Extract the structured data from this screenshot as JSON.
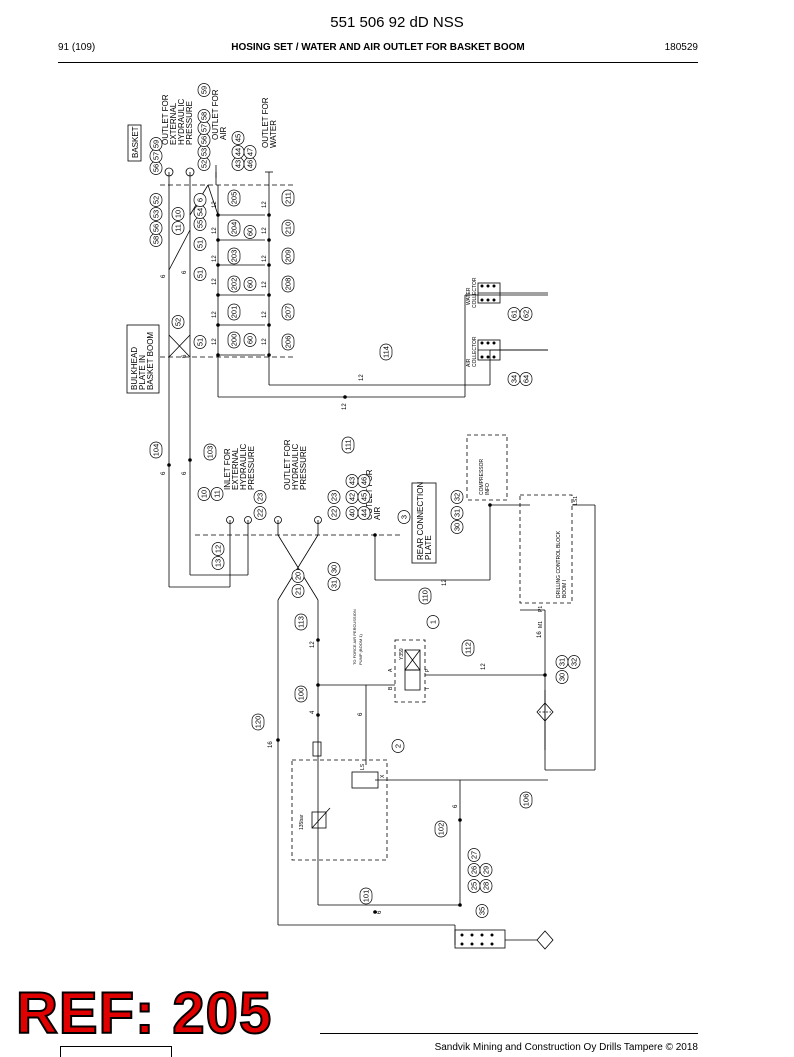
{
  "header": {
    "doc_number": "551 506 92 dD NSS",
    "page": "91 (109)",
    "title": "HOSING SET / WATER AND AIR OUTLET FOR BASKET BOOM",
    "code": "180529"
  },
  "labels": {
    "basket": "BASKET",
    "outlet_ext_hyd_1": "OUTLET FOR",
    "outlet_ext_hyd_2": "EXTERNAL",
    "outlet_ext_hyd_3": "HYDRAULIC",
    "outlet_ext_hyd_4": "PRESSURE",
    "outlet_air_top_1": "OUTLET FOR",
    "outlet_air_top_2": "AIR",
    "outlet_water_1": "OUTLET FOR",
    "outlet_water_2": "WATER",
    "bulkhead_1": "BULKHEAD",
    "bulkhead_2": "PLATE IN",
    "bulkhead_3": "BASKET BOOM",
    "inlet_ext_1": "INLET FOR",
    "inlet_ext_2": "EXTERNAL",
    "inlet_ext_3": "HYDRAULIC",
    "inlet_ext_4": "PRESSURE",
    "outlet_hyd_1": "OUTLET FOR",
    "outlet_hyd_2": "HYDRAULIC",
    "outlet_hyd_3": "PRESSURE",
    "outlet_air_mid_1": "OUTLET FOR",
    "outlet_air_mid_2": "AIR",
    "rear_conn_1": "REAR CONNECTION",
    "rear_conn_2": "PLATE",
    "water_collector_1": "WATER",
    "water_collector_2": "COLLECTOR",
    "air_collector_1": "AIR",
    "air_collector_2": "COLLECTOR",
    "compressor_1": "COMPRESSOR",
    "compressor_2": "INFO",
    "drilling_block_1": "DRILLING CONTROL BLOCK",
    "drilling_block_2": "BOOM I",
    "pump_note_1": "TO FORCE AIR PERCUSSION",
    "pump_note_2": "PUMP (BOOM 1)",
    "relief": "135bar",
    "port_ls1": "LS1",
    "port_p1": "P1",
    "port_m1": "M1",
    "port_ls": "LS",
    "port_x": "X",
    "port_a": "A",
    "port_b": "B",
    "port_p": "P",
    "port_t": "T",
    "valve_code": "Y359"
  },
  "callouts": {
    "c56a": "56",
    "c57a": "57",
    "c59a": "59",
    "c52b": "52",
    "c53b": "53",
    "c56b": "56",
    "c57b": "57",
    "c58b": "58",
    "c59b": "59",
    "c43": "43",
    "c44": "44",
    "c45": "45",
    "c46": "46",
    "c47": "47",
    "c58c": "58",
    "c56c": "56",
    "c53c": "53",
    "c52c": "52",
    "c11": "11",
    "c10": "10",
    "c55": "55",
    "c54": "54",
    "c6": "6",
    "c205": "205",
    "c204": "204",
    "c203": "203",
    "c202": "202",
    "c201": "201",
    "c200": "200",
    "c211": "211",
    "c210": "210",
    "c209": "209",
    "c208": "208",
    "c207": "207",
    "c206": "206",
    "c60a": "60",
    "c60b": "60",
    "c60c": "60",
    "c51a": "51",
    "c51b": "51",
    "c51c": "51",
    "c52d": "52",
    "c114": "114",
    "c111": "111",
    "c104": "104",
    "c103": "103",
    "c10b": "10",
    "c11b": "11",
    "c23a": "23",
    "c22a": "22",
    "c23b": "23",
    "c22b": "22",
    "c40": "40",
    "c42": "42",
    "c43b": "43",
    "c44b": "44",
    "c45b": "45",
    "c46b": "46",
    "c3": "3",
    "c30a": "30",
    "c31a": "31",
    "c32a": "32",
    "c13": "13",
    "c12": "12",
    "c21": "21",
    "c20": "20",
    "c31b": "31",
    "c30b": "30",
    "c110": "110",
    "c113": "113",
    "c1": "1",
    "c112": "112",
    "c30c": "30",
    "c31c": "31",
    "c32c": "32",
    "c61": "61",
    "c62": "62",
    "c34": "34",
    "c64": "64",
    "c100": "100",
    "c120": "120",
    "c2": "2",
    "c106": "106",
    "c102": "102",
    "c25": "25",
    "c26": "26",
    "c27": "27",
    "c28": "28",
    "c29": "29",
    "c101": "101",
    "c35": "35"
  },
  "hose_sizes": {
    "h6a": "6",
    "h6b": "6",
    "h6c": "6",
    "h6d": "6",
    "h6e": "6",
    "h6f": "6",
    "h6g": "6",
    "h6h": "6",
    "h12a": "12",
    "h12b": "12",
    "h12c": "12",
    "h12d": "12",
    "h12e": "12",
    "h12f": "12",
    "h12g": "12",
    "h12h": "12",
    "h12i": "12",
    "h12j": "12",
    "h12k": "12",
    "h12l": "12",
    "h12m": "12",
    "h12n": "12",
    "h12o": "12",
    "h12p": "12",
    "h12q": "12",
    "h16a": "16",
    "h16b": "16",
    "h4": "4"
  },
  "stamp": "REF: 205",
  "footer": {
    "text": "Sandvik Mining and Construction Oy Drills Tampere © 2018"
  }
}
